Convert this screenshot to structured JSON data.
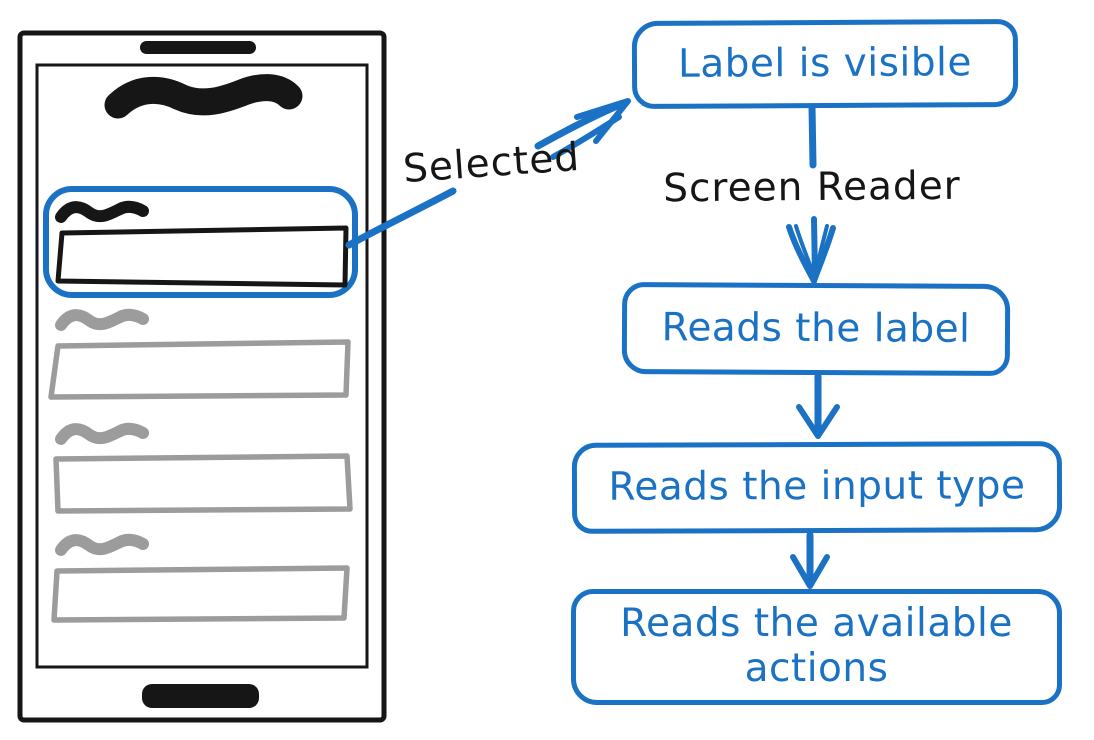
{
  "flowchart": {
    "nodes": [
      {
        "id": "label-visible",
        "label": "Label is visible"
      },
      {
        "id": "reads-label",
        "label": "Reads the label"
      },
      {
        "id": "reads-input-type",
        "label": "Reads the input type"
      },
      {
        "id": "reads-available-actions",
        "label": "Reads the available actions"
      }
    ],
    "edge_label": "Screen Reader"
  },
  "callouts": {
    "selected": "Selected"
  },
  "phone_mockup": {
    "fields": [
      {
        "state": "selected"
      },
      {
        "state": "inactive"
      },
      {
        "state": "inactive"
      },
      {
        "state": "inactive"
      }
    ]
  },
  "colors": {
    "accent_blue": "#1b72c4",
    "ink_black": "#161616",
    "inactive_gray": "#9c9c9c"
  }
}
